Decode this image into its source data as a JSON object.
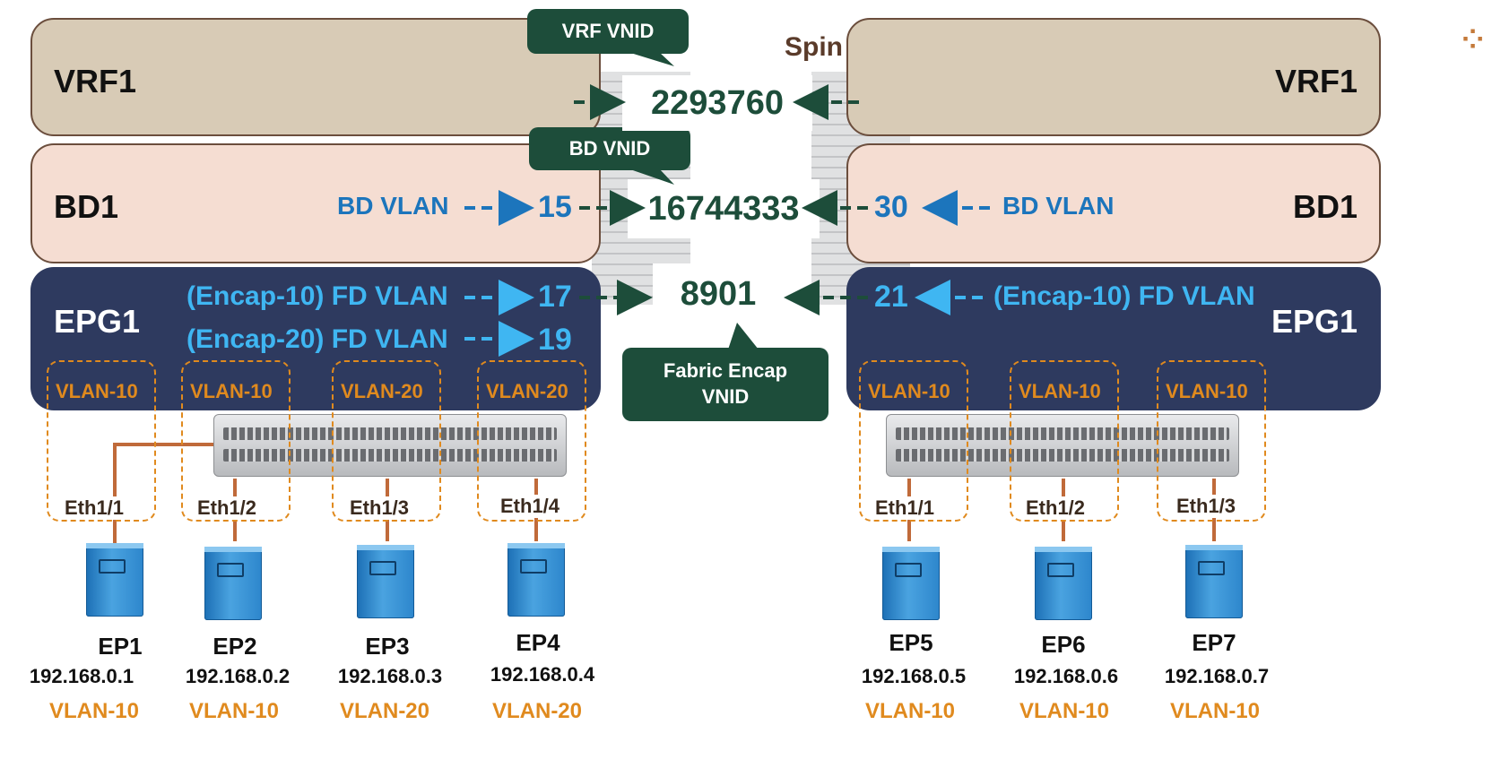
{
  "spine_label": "Spin",
  "callouts": {
    "vrf": "VRF VNID",
    "bd": "BD VNID",
    "fabric": [
      "Fabric Encap",
      "VNID"
    ]
  },
  "vnids": {
    "vrf": "2293760",
    "bd": "16744333",
    "fabric": "8901"
  },
  "left": {
    "vrf": "VRF1",
    "bd": "BD1",
    "epg": "EPG1",
    "bd_vlan_label": "BD VLAN",
    "bd_vlan": "15",
    "fd_rows": [
      {
        "label": "(Encap-10) FD VLAN",
        "value": "17"
      },
      {
        "label": "(Encap-20) FD VLAN",
        "value": "19"
      }
    ],
    "ports": [
      {
        "vlan": "VLAN-10",
        "eth": "Eth1/1"
      },
      {
        "vlan": "VLAN-10",
        "eth": "Eth1/2"
      },
      {
        "vlan": "VLAN-20",
        "eth": "Eth1/3"
      },
      {
        "vlan": "VLAN-20",
        "eth": "Eth1/4"
      }
    ],
    "endpoints": [
      {
        "name": "EP1",
        "ip": "192.168.0.1",
        "vlan": "VLAN-10"
      },
      {
        "name": "EP2",
        "ip": "192.168.0.2",
        "vlan": "VLAN-10"
      },
      {
        "name": "EP3",
        "ip": "192.168.0.3",
        "vlan": "VLAN-20"
      },
      {
        "name": "EP4",
        "ip": "192.168.0.4",
        "vlan": "VLAN-20"
      }
    ]
  },
  "right": {
    "vrf": "VRF1",
    "bd": "BD1",
    "epg": "EPG1",
    "bd_vlan_label": "BD VLAN",
    "bd_vlan": "30",
    "fd_rows": [
      {
        "label": "(Encap-10) FD VLAN",
        "value": "21"
      }
    ],
    "ports": [
      {
        "vlan": "VLAN-10",
        "eth": "Eth1/1"
      },
      {
        "vlan": "VLAN-10",
        "eth": "Eth1/2"
      },
      {
        "vlan": "VLAN-10",
        "eth": "Eth1/3"
      }
    ],
    "endpoints": [
      {
        "name": "EP5",
        "ip": "192.168.0.5",
        "vlan": "VLAN-10"
      },
      {
        "name": "EP6",
        "ip": "192.168.0.6",
        "vlan": "VLAN-10"
      },
      {
        "name": "EP7",
        "ip": "192.168.0.7",
        "vlan": "VLAN-10"
      }
    ]
  },
  "colors": {
    "callout": "#1d4d3a",
    "bd_vlan": "#1c75bc",
    "fd_vlan": "#3fb6f2",
    "vlan_tag": "#e08a1e",
    "epg_bg": "#2e3a5f",
    "vrf_bg": "#d8cbb6",
    "bd_bg": "#f5ddd2"
  }
}
